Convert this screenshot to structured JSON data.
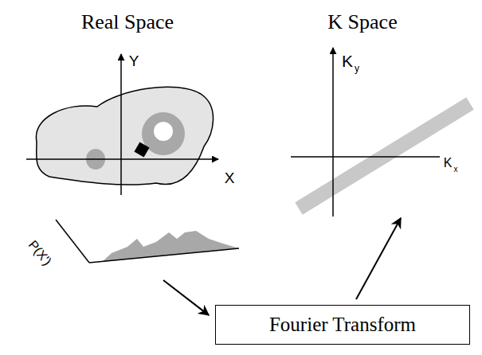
{
  "diagram": {
    "nodes": [
      {
        "text": [
          "Fourier Transform"
        ]
      }
    ],
    "labels": [
      "Real Space",
      "K Space",
      "Y",
      "X",
      "K",
      "y",
      "K",
      "x",
      "P(X')"
    ]
  }
}
